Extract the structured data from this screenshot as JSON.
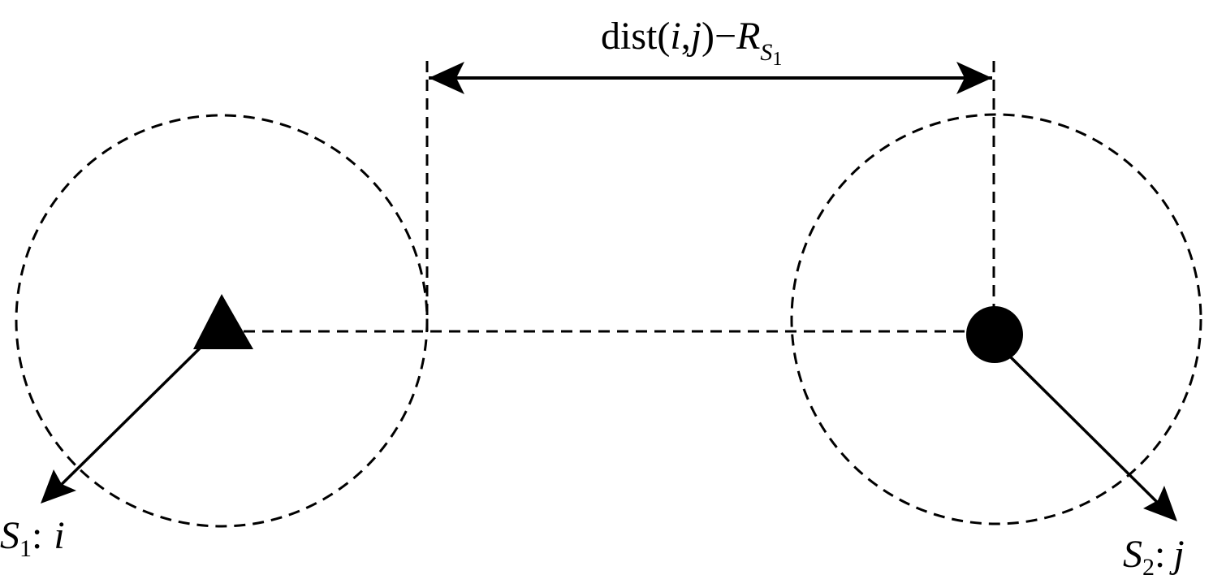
{
  "diagram": {
    "distance_label": {
      "main": "dist(",
      "i": "i",
      "comma": ",",
      "j": "j",
      "close_minus": ")−",
      "R": "R",
      "sub_S": "S",
      "sub_1": "1"
    },
    "label_s1": {
      "S": "S",
      "sub": "1",
      "colon": ":",
      "var": "i"
    },
    "label_s2": {
      "S": "S",
      "sub": "2",
      "colon": ":",
      "var": "j"
    },
    "colors": {
      "ink": "#000000",
      "background": "#ffffff"
    },
    "icons": {
      "node_i": "triangle-icon",
      "node_j": "circle-icon"
    }
  }
}
